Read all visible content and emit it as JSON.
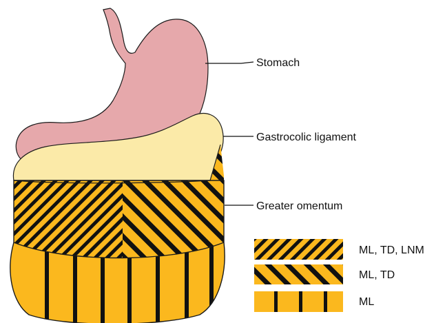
{
  "labels": {
    "stomach": "Stomach",
    "gastrocolic_ligament": "Gastrocolic ligament",
    "greater_omentum": "Greater omentum"
  },
  "legend": [
    {
      "pattern": "fine-diagonal-stripes",
      "label": "ML, TD, LNM"
    },
    {
      "pattern": "coarse-diagonal-stripes",
      "label": "ML, TD"
    },
    {
      "pattern": "vertical-stripes",
      "label": "ML"
    }
  ],
  "colors": {
    "stomach": "#e6a8ab",
    "ligament": "#fbeaa8",
    "omentum": "#fbb81e",
    "stripe": "#111111",
    "outline": "#1a1a1a"
  }
}
